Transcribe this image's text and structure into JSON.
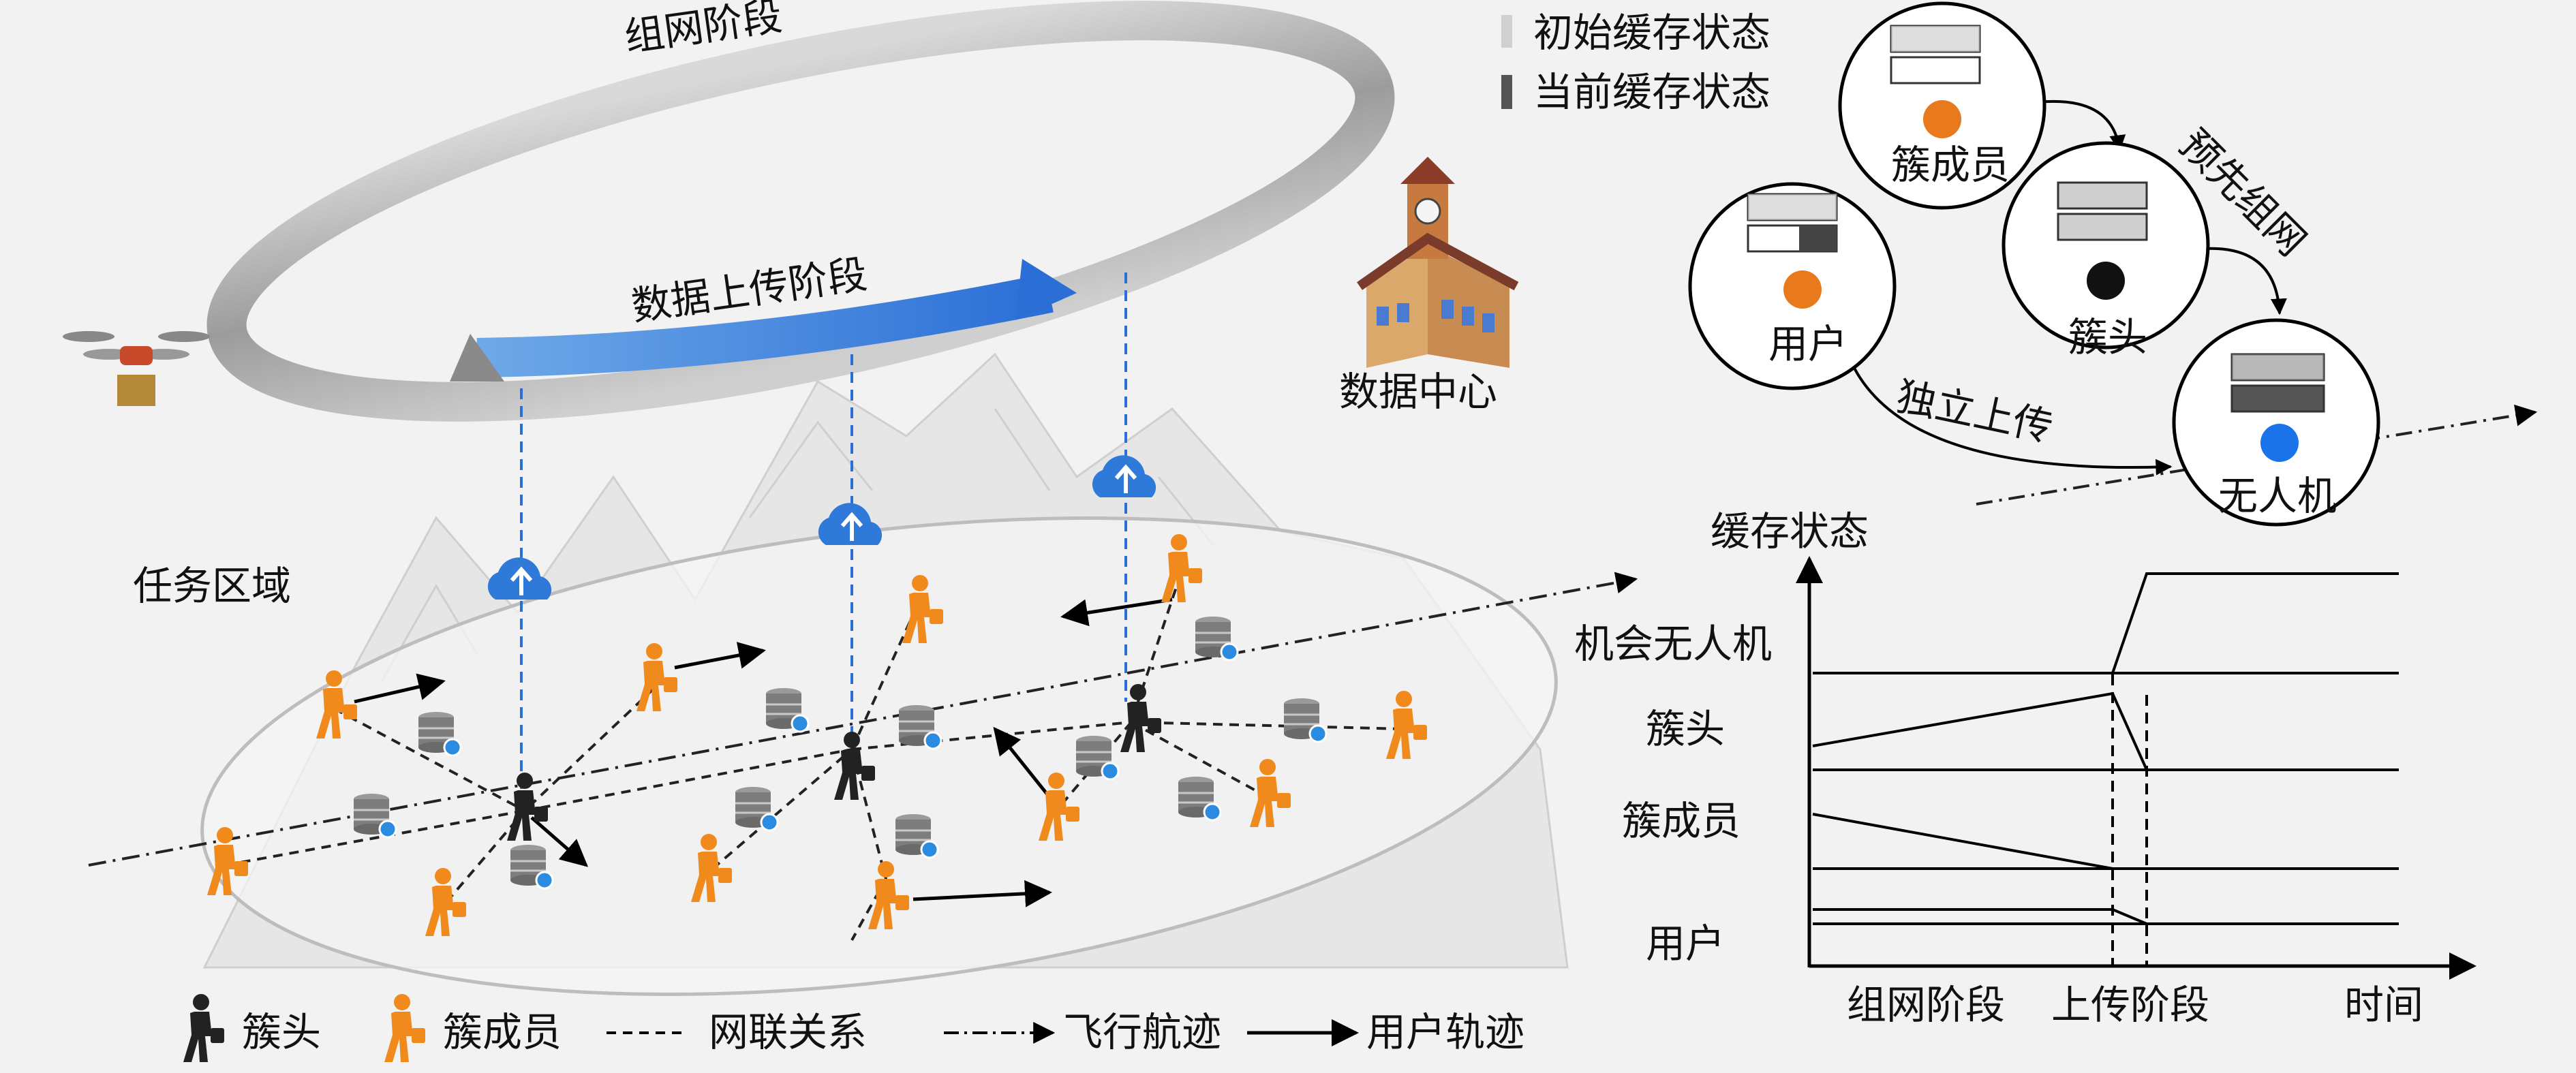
{
  "cycle": {
    "networking_phase": "组网阶段",
    "upload_phase": "数据上传阶段"
  },
  "data_center": {
    "label": "数据中心"
  },
  "mission_area": {
    "label": "任务区域"
  },
  "cache_legend": {
    "initial": "初始缓存状态",
    "current": "当前缓存状态"
  },
  "network_diagram": {
    "nodes": {
      "member": "簇成员",
      "user": "用户",
      "head": "簇头",
      "uav": "无人机"
    },
    "edges": {
      "pre_network": "预先组网",
      "independent_upload": "独立上传"
    }
  },
  "cache_chart": {
    "ylabel": "缓存状态",
    "xlabel": "时间",
    "series": [
      "机会无人机",
      "簇头",
      "簇成员",
      "用户"
    ],
    "phases": [
      "组网阶段",
      "上传阶段"
    ]
  },
  "legend": {
    "head": "簇头",
    "member": "簇成员",
    "network_link": "网联关系",
    "flight_path": "飞行航迹",
    "user_path": "用户轨迹"
  },
  "colors": {
    "orange": "#f08a1c",
    "blue": "#2b6fd6",
    "dark": "#222222",
    "uav_dot": "#1a73e8",
    "member_dot": "#e8791c"
  }
}
